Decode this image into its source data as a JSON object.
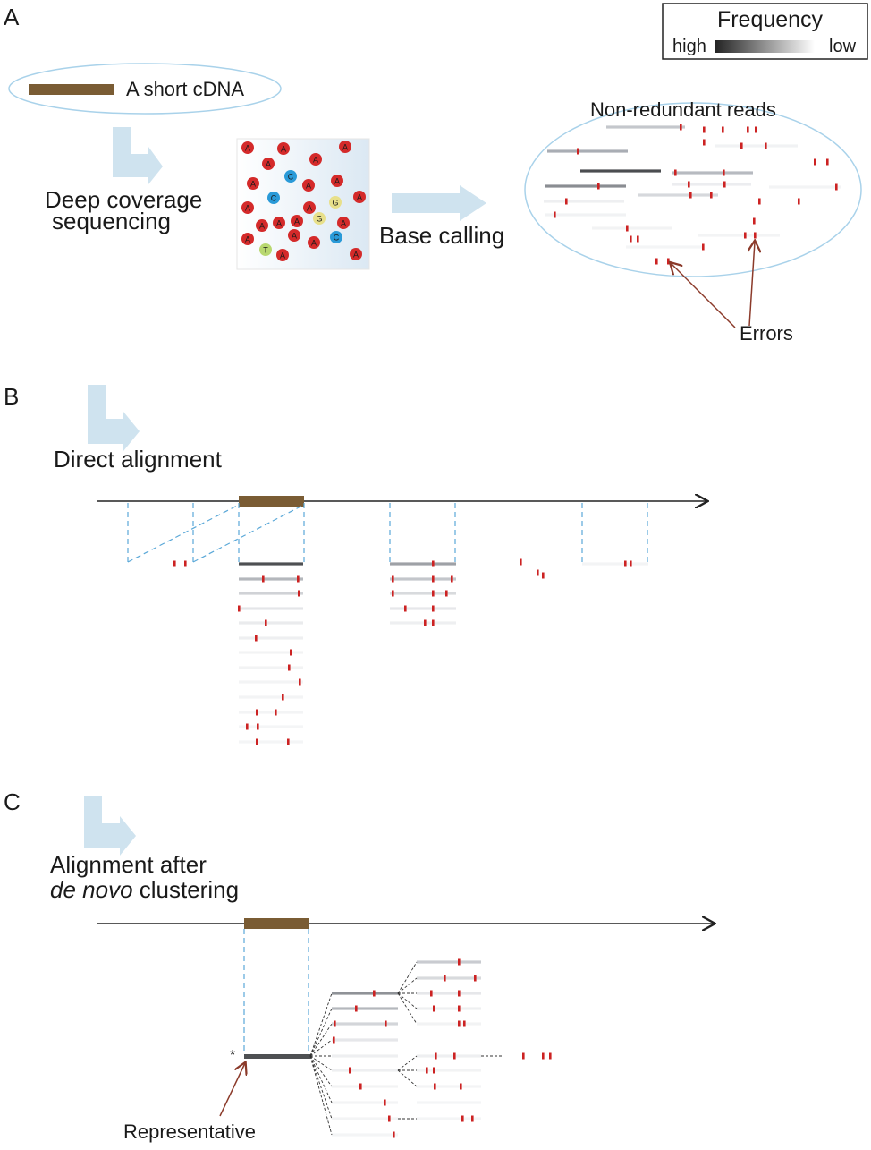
{
  "panel_labels": {
    "a": "A",
    "b": "B",
    "c": "C"
  },
  "legend": {
    "title": "Frequency",
    "high": "high",
    "low": "low"
  },
  "panel_a": {
    "cdna_label": "A short cDNA",
    "step1_line1": "Deep coverage",
    "step1_line2": "sequencing",
    "step2": "Base calling",
    "reads_title": "Non-redundant reads",
    "errors_label": "Errors",
    "bases": [
      "A",
      "A",
      "A",
      "A",
      "A",
      "A",
      "C",
      "A",
      "A",
      "C",
      "A",
      "A",
      "G",
      "A",
      "A",
      "A",
      "A",
      "G",
      "A",
      "A",
      "A",
      "A",
      "T",
      "A",
      "C",
      "A"
    ]
  },
  "panel_b": {
    "step": "Direct alignment"
  },
  "panel_c": {
    "step_line1": "Alignment after",
    "step_line2_italic": "de novo",
    "step_line2_rest": " clustering",
    "star": "*",
    "representative_label": "Representative"
  },
  "colors": {
    "cdna": "#7a5c34",
    "error": "#cc2222",
    "guide": "#5aa8d8",
    "arrow": "#cfe3ef",
    "ellipse": "#a9d2ea",
    "annot_arrow": "#8b3a2a",
    "base_A": "#d42a2a",
    "base_C": "#2a9ad8",
    "base_G": "#e8e08a",
    "base_T": "#b8d870"
  }
}
